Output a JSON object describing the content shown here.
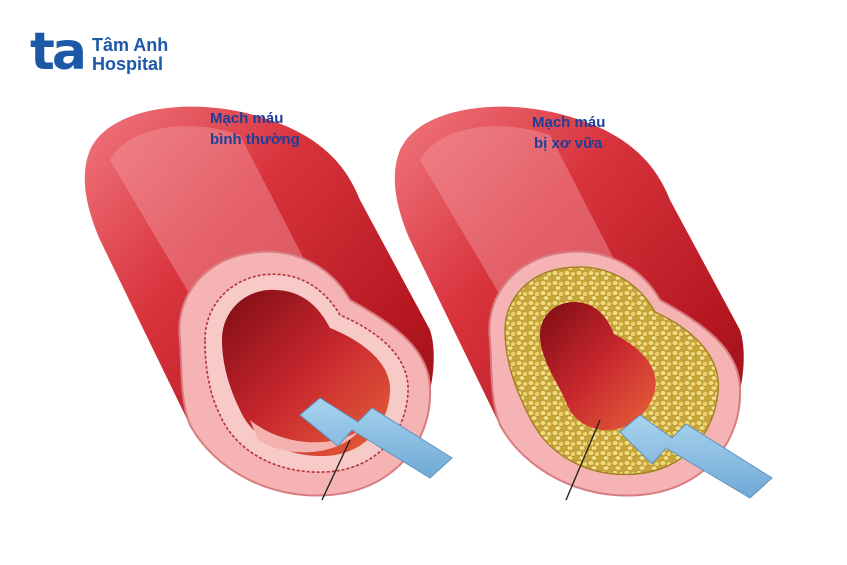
{
  "brand": {
    "mark": "ta",
    "name_line1": "Tâm Anh",
    "name_line2": "Hospital",
    "color": "#1d57a8"
  },
  "labels": {
    "normal": {
      "line1": "Mạch máu",
      "line2": "bình thường"
    },
    "atherosclerosis": {
      "line1": "Mạch máu",
      "line2": "bị xơ vữa"
    }
  },
  "colors": {
    "vessel_dark": "#a8131c",
    "vessel_mid": "#d63a45",
    "vessel_light": "#f08a90",
    "inner_wall": "#f4b9b8",
    "lumen": "#c4242b",
    "plaque": "#e9cf62",
    "arrow": "#8fc3e6"
  }
}
